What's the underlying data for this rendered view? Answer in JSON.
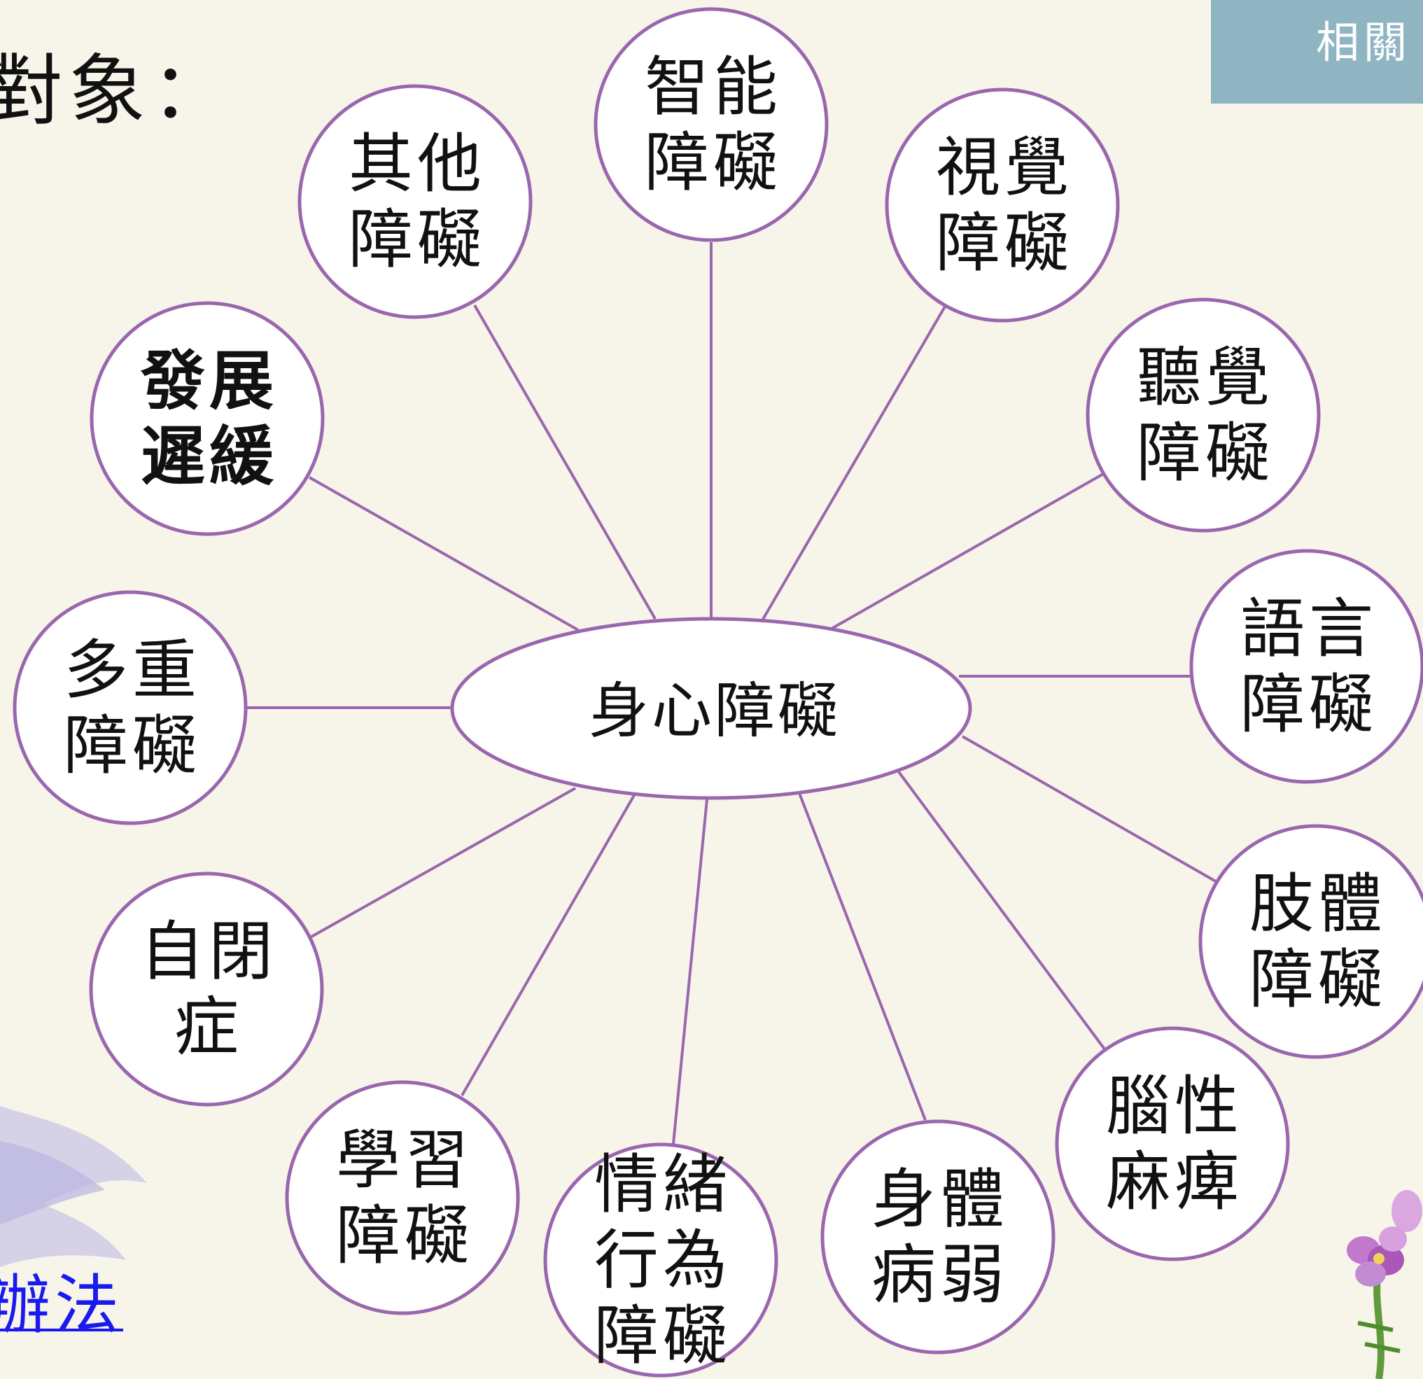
{
  "heading": "對象：",
  "corner_tag": "相關",
  "link_text": "辦法",
  "diagram": {
    "center": "身心障礙",
    "nodes": [
      {
        "id": "intellectual",
        "lines": [
          "智能",
          "障礙"
        ]
      },
      {
        "id": "visual",
        "lines": [
          "視覺",
          "障礙"
        ]
      },
      {
        "id": "hearing",
        "lines": [
          "聽覺",
          "障礙"
        ]
      },
      {
        "id": "speech",
        "lines": [
          "語言",
          "障礙"
        ]
      },
      {
        "id": "physical",
        "lines": [
          "肢體",
          "障礙"
        ]
      },
      {
        "id": "cerebral-palsy",
        "lines": [
          "腦性",
          "麻痺"
        ]
      },
      {
        "id": "health-impairment",
        "lines": [
          "身體",
          "病弱"
        ]
      },
      {
        "id": "emotional-behavioral",
        "lines": [
          "情緒",
          "行為",
          "障礙"
        ]
      },
      {
        "id": "learning",
        "lines": [
          "學習",
          "障礙"
        ]
      },
      {
        "id": "autism",
        "lines": [
          "自閉",
          "症"
        ]
      },
      {
        "id": "multiple",
        "lines": [
          "多重",
          "障礙"
        ]
      },
      {
        "id": "developmental-delay",
        "lines": [
          "發展",
          "遲緩"
        ],
        "bold": true
      },
      {
        "id": "other",
        "lines": [
          "其他",
          "障礙"
        ]
      }
    ]
  },
  "colors": {
    "outline": "#9a66ad",
    "connector": "#9a66ad",
    "fill": "#ffffff",
    "tag_bg": "#8fb5c2",
    "link": "#1a1aee"
  },
  "icons": [
    "flower-decoration-icon",
    "brush-swoosh-decoration"
  ]
}
